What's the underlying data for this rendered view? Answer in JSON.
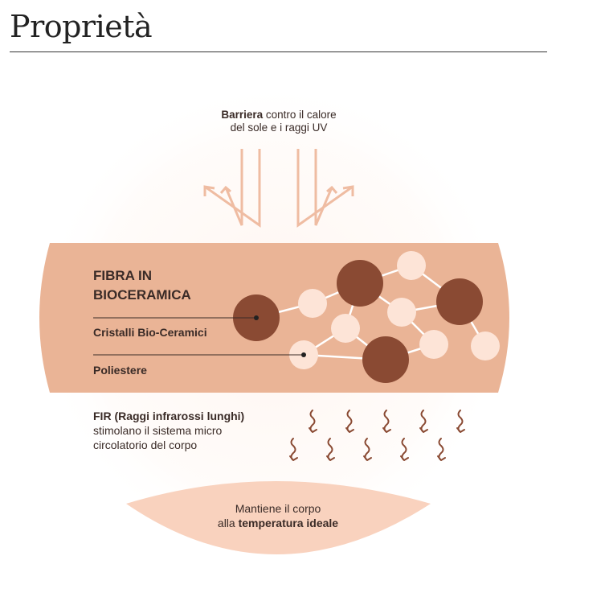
{
  "page": {
    "title": "Proprietà"
  },
  "barrier": {
    "bold": "Barriera",
    "text1": " contro il calore",
    "text2": "del sole e i raggi UV"
  },
  "fabric": {
    "title_line1": "FIBRA IN",
    "title_line2": "BIOCERAMICA",
    "label_crystals": "Cristalli Bio-Ceramici",
    "label_polyester": "Poliestere"
  },
  "fir": {
    "bold": "FIR (Raggi infrarossi lunghi)",
    "line2": "stimolano il sistema micro",
    "line3": "circolatorio del corpo"
  },
  "temperature": {
    "line1": "Mantiene il corpo",
    "line2_prefix": "alla ",
    "line2_bold": "temperatura ideale"
  },
  "colors": {
    "band": "#eab496",
    "dark_sphere": "#8a4a33",
    "light_sphere": "#fde4d7",
    "arrow": "#efbca2",
    "wave": "#8a4a33",
    "lens": "#f9d2be",
    "text": "#3a2b27"
  }
}
